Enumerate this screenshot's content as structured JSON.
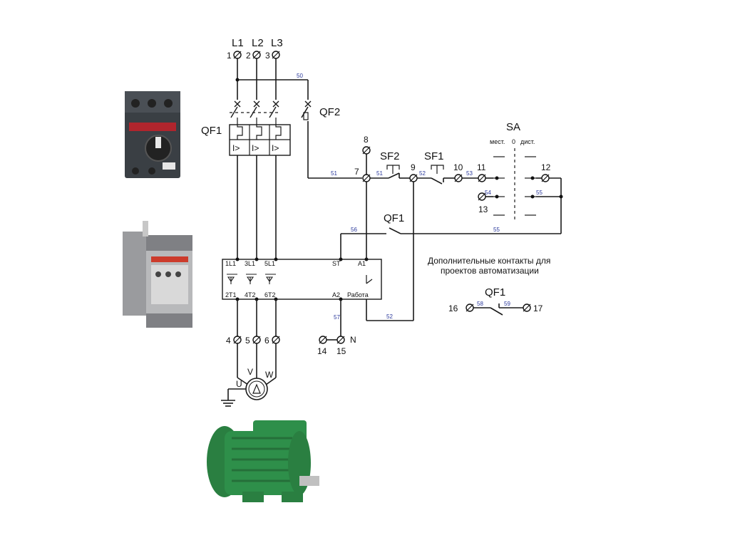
{
  "phases": {
    "l1": "L1",
    "l2": "L2",
    "l3": "L3"
  },
  "terminals": {
    "t1": "1",
    "t2": "2",
    "t3": "3",
    "t4": "4",
    "t5": "5",
    "t6": "6",
    "t7": "7",
    "t8": "8",
    "t9": "9",
    "t10": "10",
    "t11": "11",
    "t12": "12",
    "t13": "13",
    "t14": "14",
    "t15": "15",
    "t16": "16",
    "t17": "17"
  },
  "devices": {
    "qf1": "QF1",
    "qf2": "QF2",
    "sf1": "SF1",
    "sf2": "SF2",
    "sa": "SA",
    "sa_local": "мест.",
    "sa_zero": "0",
    "sa_remote": "дист.",
    "trip_symbol": "I>",
    "qf1_aux": "QF1",
    "qf1_contact": "QF1"
  },
  "wire_numbers": {
    "w50": "50",
    "w51a": "51",
    "w51b": "51",
    "w52a": "52",
    "w52b": "52",
    "w53": "53",
    "w54": "54",
    "w55a": "55",
    "w55b": "55",
    "w56": "56",
    "w57": "57",
    "w58": "58",
    "w59": "59"
  },
  "soft_starter": {
    "in1": "1L1",
    "in2": "3L1",
    "in3": "5L1",
    "out1": "2T1",
    "out2": "4T2",
    "out3": "6T2",
    "start": "ST",
    "a1": "A1",
    "a2": "A2",
    "run": "Работа"
  },
  "motor": {
    "u": "U",
    "v": "V",
    "w": "W"
  },
  "neutral": "N",
  "aux_contacts_caption_line1": "Дополнительные контакты для",
  "aux_contacts_caption_line2": "проектов автоматизации",
  "colors": {
    "wire_number": "#2c3a9c",
    "breaker_body": "#3a3f44",
    "starter_body": "#b8b9bb",
    "motor_body": "#2e8f4a"
  }
}
